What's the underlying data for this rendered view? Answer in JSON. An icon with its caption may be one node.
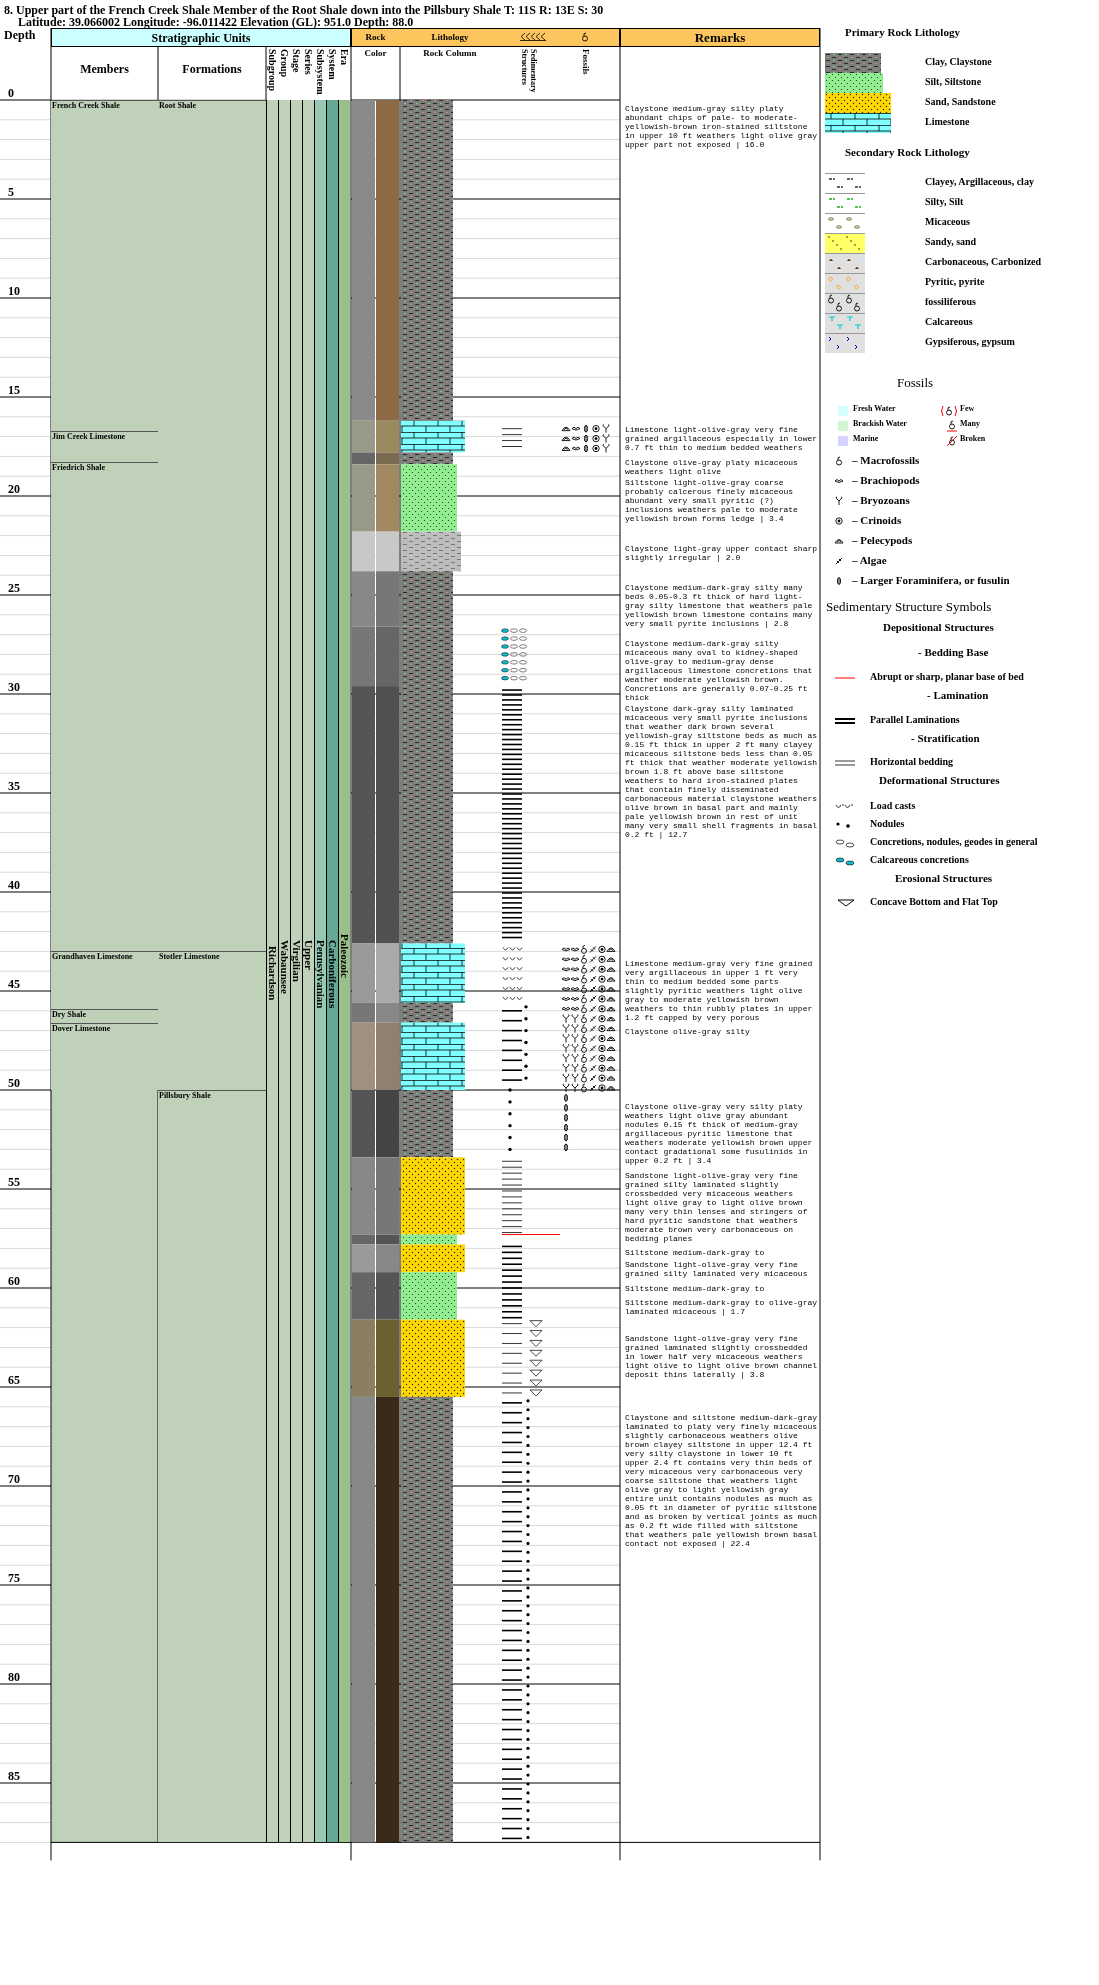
{
  "diagram": {
    "title": "8. Upper part of the French Creek Shale Member of the Root Shale down into the Pillsbury Shale T: 11S R: 13E S: 30",
    "nodes": [
      {
        "text": [
          "French Creek Shale"
        ]
      },
      {
        "text": [
          "Jim Creek Limestone"
        ]
      },
      {
        "text": [
          "Friedrich Shale"
        ]
      },
      {
        "text": [
          "Grandhaven Limestone"
        ]
      },
      {
        "text": [
          "Dry Shale"
        ]
      },
      {
        "text": [
          "Dover Limestone"
        ]
      },
      {
        "text": [
          "Root Shale"
        ]
      },
      {
        "text": [
          "Stotler Limestone"
        ]
      },
      {
        "text": [
          "Pillsbury Shale"
        ]
      },
      {
        "text": [
          "Richardson"
        ]
      },
      {
        "text": [
          "Wabaunsee"
        ]
      },
      {
        "text": [
          "Virgilian"
        ]
      },
      {
        "text": [
          "Upper"
        ]
      },
      {
        "text": [
          "Pennsylvanian"
        ]
      },
      {
        "text": [
          "Carboniferous"
        ]
      },
      {
        "text": [
          "Paleozoic"
        ]
      },
      {
        "text": [
          "Claystone medium-gray silty platy abundant chips of pale- to moderate-yellowish-brown iron-stained siltstone in upper 10 ft weathers light olive gray upper part not exposed | 16.0"
        ]
      },
      {
        "text": [
          "Limestone light-olive-gray very fine grained argillaceous especially in lower 0.7 ft thin to medium bedded weathers"
        ]
      },
      {
        "text": [
          "Claystone olive-gray platy micaceous weathers light olive"
        ]
      },
      {
        "text": [
          "Siltstone light-olive-gray coarse probably calcerous finely micaceous abundant very small pyritic (?) inclusions weathers pale to moderate yellowish brown forms ledge | 3.4"
        ]
      },
      {
        "text": [
          "Claystone light-gray upper contact sharp slightly irregular | 2.0"
        ]
      },
      {
        "text": [
          "Claystone medium-dark-gray silty many beds 0.05-0.3 ft thick of hard light-gray silty limestone that weathers pale yellowish brown limestone contains many very small pyrite inclusions | 2.8"
        ]
      },
      {
        "text": [
          "Claystone medium-dark-gray silty micaceous many oval to kidney-shaped olive-gray to medium-gray dense argillaceous limestone concretions that weather moderate yellowish brown. Concretions are generally 0.07-0.25 ft thick"
        ]
      },
      {
        "text": [
          "Claystone dark-gray silty laminated micaceous very small pyrite inclusions that weather dark brown several yellowish-gray siltstone beds as much as 0.15 ft thick in upper 2 ft many clayey micaceous siltstone beds less than 0.05 ft thick that weather moderate yellowish brown 1.8 ft above base siltstone weathers to hard iron-stained plates that contain finely disseminated carbonaceous material claystone weathers olive brown in basal part and mainly pale yellowish brown in rest of unit many very small shell fragments in basal 0.2 ft | 12.7"
        ]
      },
      {
        "text": [
          "Limestone medium-gray very fine grained very argillaceous in upper 1 ft very thin to medium bedded some parts slightly pyritic weathers light olive gray to moderate yellowish brown weathers to thin rubbly plates in upper 1.2 ft capped by very porous"
        ]
      },
      {
        "text": [
          "Claystone olive-gray silty"
        ]
      },
      {
        "text": [
          "Claystone olive-gray very silty platy weathers light olive gray abundant nodules 0.15 ft thick of medium-gray argillaceous pyritic limestone that weathers moderate yellowish brown upper contact gradational some fusulinids in upper 0.2 ft | 3.4"
        ]
      },
      {
        "text": [
          "Sandstone light-olive-gray very fine grained silty laminated slightly crossbedded very micaceous weathers light olive gray to light olive brown many very thin lenses and stringers of hard pyritic sandstone that weathers moderate brown very carbonaceous on bedding planes"
        ]
      },
      {
        "text": [
          "Siltstone medium-dark-gray to"
        ]
      },
      {
        "text": [
          "Sandstone light-olive-gray very fine grained silty laminated very micaceous"
        ]
      },
      {
        "text": [
          "Siltstone medium-dark-gray to"
        ]
      },
      {
        "text": [
          "Siltstone medium-dark-gray to olive-gray laminated micaceous | 1.7"
        ]
      },
      {
        "text": [
          "Sandstone light-olive-gray very fine grained laminated slightly crossbedded in lower half very micaceous weathers light olive to light olive brown channel deposit thins laterally | 3.8"
        ]
      },
      {
        "text": [
          "Claystone and siltstone medium-dark-gray laminated to platy very finely micaceous slightly carbonaceous weathers olive brown clayey siltstone in upper 12.4 ft very silty claystone in lower 10 ft upper 2.4 ft contains very thin beds of very micaceous very carbonaceous very coarse siltstone that weathers light olive gray to light yellowish gray entire unit contains nodules as much as 0.05 ft in diameter of pyritic siltstone and as broken by vertical joints as much as 0.2 ft wide filled with siltstone that weathers pale yellowish brown basal contact not exposed | 22.4"
        ]
      }
    ],
    "labels": [
      "Latitude: 39.066002 Longitude: -96.011422 Elevation (GL): 951.0 Depth: 88.0",
      "Depth",
      "Stratigraphic Units",
      "Rock",
      "Lithology",
      "Remarks",
      "Members",
      "Formations",
      "Subgroup",
      "Group",
      "Stage",
      "Series",
      "Subsystem",
      "System",
      "Era",
      "Color",
      "Rock Column",
      "Sedimentary Structures",
      "Fossils",
      "0",
      "5",
      "10",
      "15",
      "20",
      "25",
      "30",
      "35",
      "40",
      "45",
      "50",
      "55",
      "60",
      "65",
      "70",
      "75",
      "80",
      "85",
      "Primary Rock Lithology",
      "Secondary Rock Lithology",
      "Fossils",
      "Sedimentary Structure Symbols",
      "Depositional Structures",
      "- Bedding Base",
      "- Lamination",
      "- Stratification",
      "Deformational Structures",
      "Erosional Structures"
    ],
    "legend": [
      {
        "text": "Clay, Claystone"
      },
      {
        "text": "Silt, Siltstone"
      },
      {
        "text": "Sand, Sandstone"
      },
      {
        "text": "Limestone"
      },
      {
        "text": "Clayey, Argillaceous, clay"
      },
      {
        "text": "Silty, Silt"
      },
      {
        "text": "Micaceous"
      },
      {
        "text": "Sandy, sand"
      },
      {
        "text": "Carbonaceous, Carbonized"
      },
      {
        "text": "Pyritic, pyrite"
      },
      {
        "text": "fossiliferous"
      },
      {
        "text": "Calcareous"
      },
      {
        "text": "Gypsiferous, gypsum"
      },
      {
        "text": "Fresh Water",
        "color": "#d4ffff"
      },
      {
        "text": "Brackish Water",
        "color": "#d4f5d4"
      },
      {
        "text": "Marine",
        "color": "#d4d4ff"
      },
      {
        "text": "Few"
      },
      {
        "text": "Many"
      },
      {
        "text": "Broken"
      },
      {
        "text": "– Macrofossils"
      },
      {
        "text": "– Brachiopods"
      },
      {
        "text": "– Bryozoans"
      },
      {
        "text": "– Crinoids"
      },
      {
        "text": "– Pelecypods"
      },
      {
        "text": "– Algae"
      },
      {
        "text": "– Larger Foraminifera, or fusulin"
      },
      {
        "text": "Abrupt or sharp, planar base of bed"
      },
      {
        "text": "Parallel Laminations"
      },
      {
        "text": "Horizontal bedding"
      },
      {
        "text": "Load casts"
      },
      {
        "text": "Nodules"
      },
      {
        "text": "Concretions, nodules, geodes in general"
      },
      {
        "text": "Calcareous concretions"
      },
      {
        "text": "Concave Bottom and Flat Top"
      }
    ]
  }
}
